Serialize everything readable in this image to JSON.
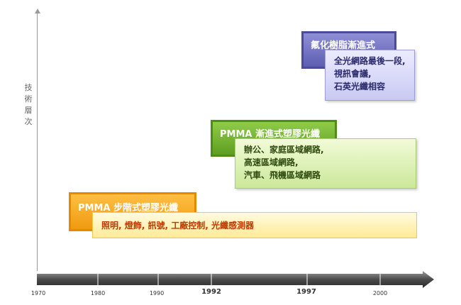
{
  "axis": {
    "y_label": [
      "技",
      "術",
      "層",
      "次"
    ]
  },
  "timeline": {
    "ticks": [
      {
        "label": "1970",
        "major": false
      },
      {
        "label": "1980",
        "major": false
      },
      {
        "label": "1990",
        "major": false
      },
      {
        "label": "1992",
        "major": true
      },
      {
        "label": "1997",
        "major": true
      },
      {
        "label": "2000",
        "major": false
      }
    ]
  },
  "stages": [
    {
      "title": "PMMA 步階式塑膠光纖",
      "apps": [
        "照明, 燈飾, 訊號, 工廠控制, 光纖感測器"
      ],
      "color": "#f5a623"
    },
    {
      "title": "PMMA 漸進式塑膠光纖",
      "apps": [
        "辦公、家庭區域網路,",
        "高速區域網路,",
        "汽車、飛機區域網路"
      ],
      "color": "#6aab2c"
    },
    {
      "title": "氟化樹脂漸進式",
      "apps": [
        "全光網路最後一段,",
        "視訊會議,",
        "石英光纖相容"
      ],
      "color": "#6666bb"
    }
  ]
}
